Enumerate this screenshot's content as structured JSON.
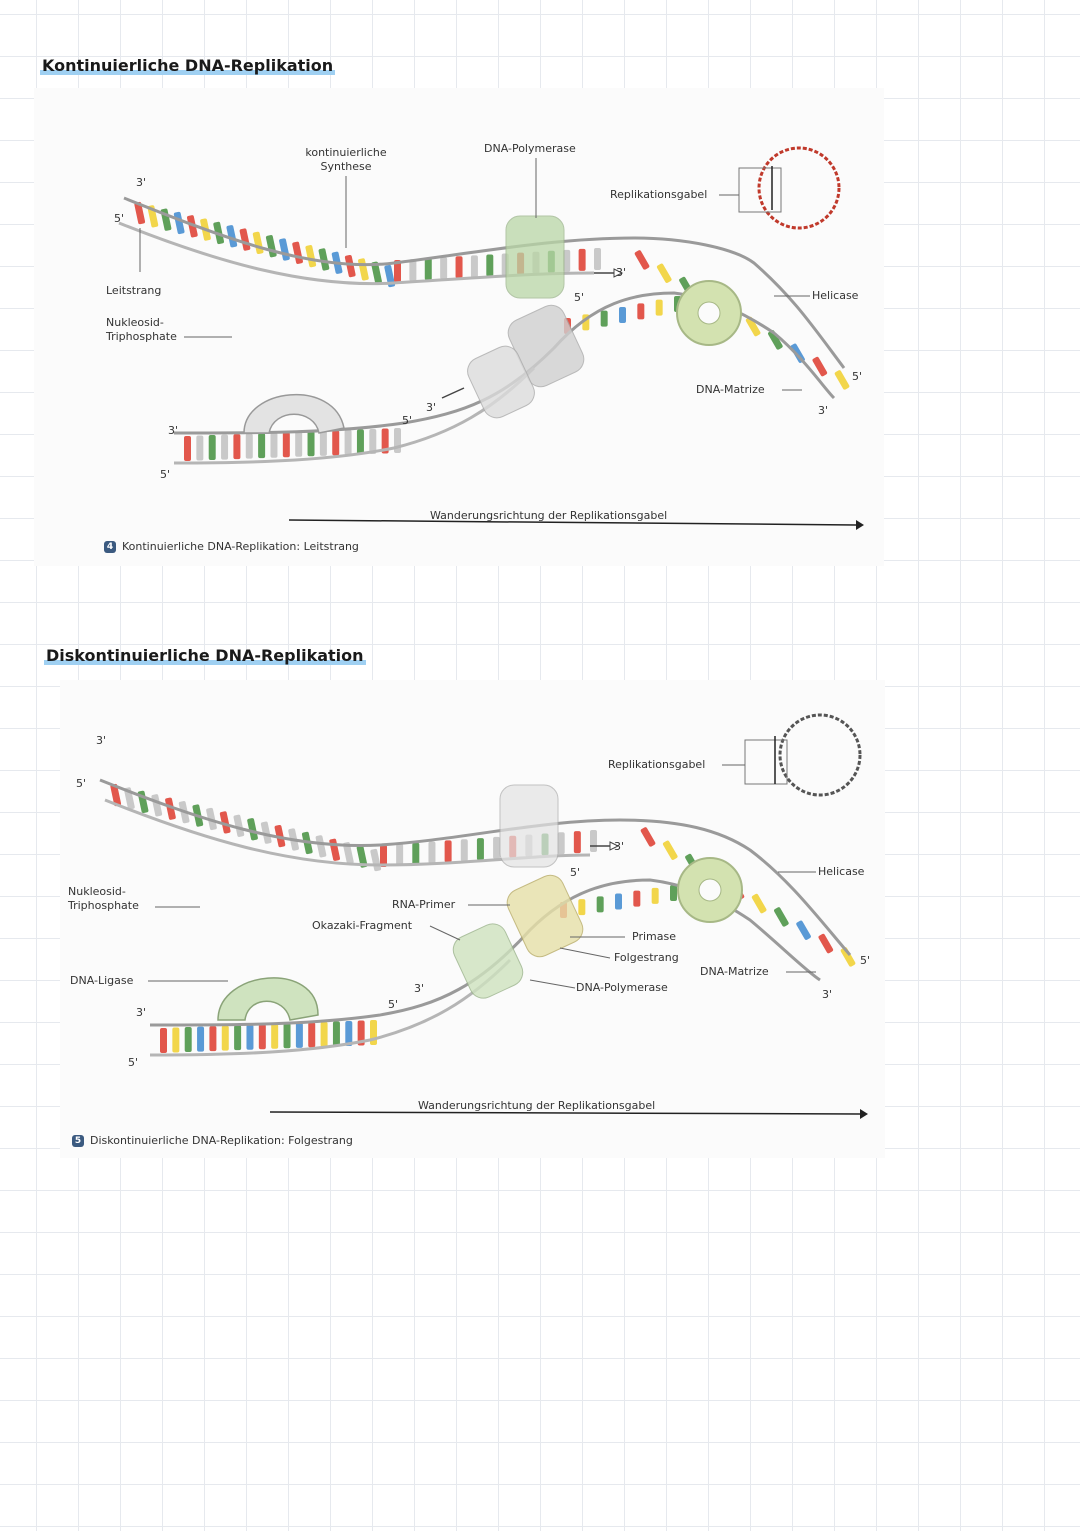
{
  "panel1": {
    "heading": "Kontinuierliche DNA-Replikation",
    "labels": {
      "kontinuierliche": "kontinuierliche",
      "synthese": "Synthese",
      "dna_polymerase": "DNA-Polymerase",
      "replikationsgabel": "Replikationsgabel",
      "helicase": "Helicase",
      "leitstrang": "Leitstrang",
      "nukleosid": "Nukleosid-",
      "triphosphate": "Triphosphate",
      "dna_matrize": "DNA-Matrize",
      "wanderung": "Wanderungsrichtung der Replikationsgabel",
      "p3_top": "3'",
      "p5_top": "5'",
      "p3_bottom": "3'",
      "p5_bottom": "5'",
      "p3_arrow": "3'",
      "p5_mid": "5'",
      "p5_okazaki": "5'",
      "p3_okazaki": "3'",
      "p5_right": "5'",
      "p3_right": "3'"
    },
    "caption_number": "4",
    "caption": "Kontinuierliche DNA-Replikation: Leitstrang"
  },
  "panel2": {
    "heading": "Diskontinuierliche DNA-Replikation",
    "labels": {
      "replikationsgabel": "Replikationsgabel",
      "helicase": "Helicase",
      "nukleosid": "Nukleosid-",
      "triphosphate": "Triphosphate",
      "rna_primer": "RNA-Primer",
      "okazaki": "Okazaki-Fragment",
      "primase": "Primase",
      "folgestrang": "Folgestrang",
      "dna_polymerase": "DNA-Polymerase",
      "dna_ligase": "DNA-Ligase",
      "dna_matrize": "DNA-Matrize",
      "wanderung": "Wanderungsrichtung der Replikationsgabel",
      "p3_top": "3'",
      "p5_top": "5'",
      "p3_bottom": "3'",
      "p5_bottom": "5'",
      "p3_arrow": "3'",
      "p5_mid": "5'",
      "p5_okazaki": "5'",
      "p3_okazaki": "3'",
      "p5_right": "5'",
      "p3_right": "3'"
    },
    "caption_number": "5",
    "caption": "Diskontinuierliche DNA-Replikation: Folgestrang"
  },
  "colors": {
    "adenine": "#e2574c",
    "thymine": "#f2d64b",
    "guanine": "#5fa05a",
    "cytosine": "#5a9ad6",
    "new_strand_gray": "#c9c9c9",
    "polymerase_green": "#b9d6a6",
    "helicase_green": "#d3e2b0",
    "ligase_green": "#cfe3bf",
    "heading_highlight": "#9fd0f2"
  }
}
